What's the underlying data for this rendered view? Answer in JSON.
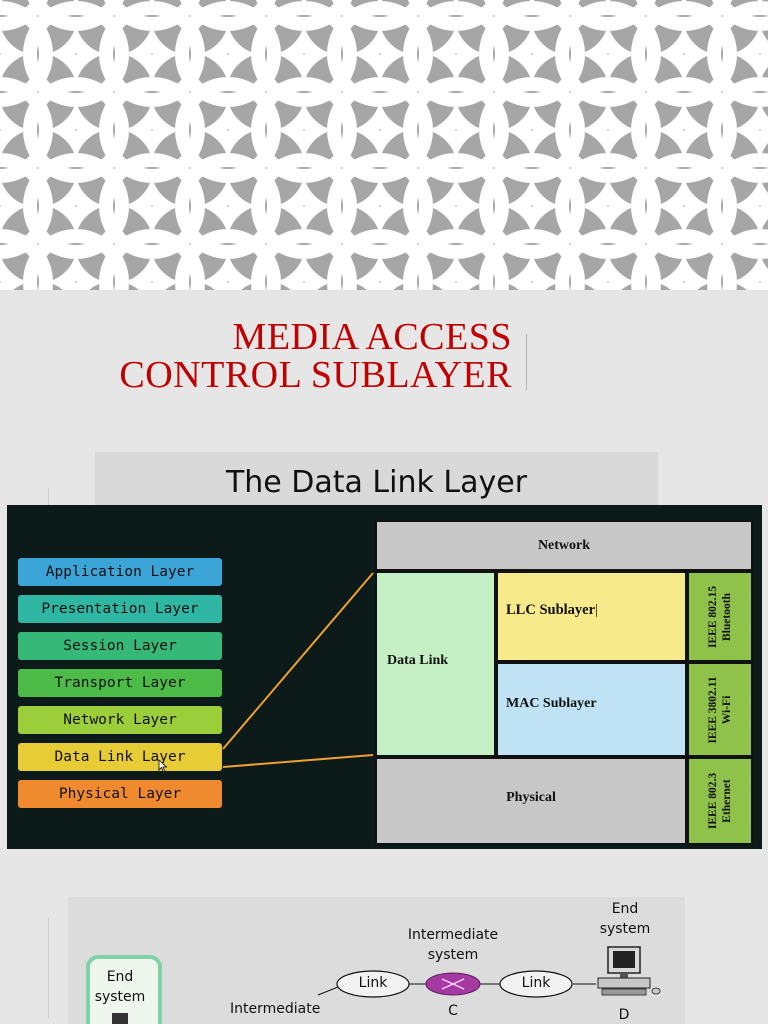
{
  "slide": {
    "title_line1": "MEDIA ACCESS",
    "title_line2": "CONTROL SUBLAYER",
    "title_color": "#c00000"
  },
  "figure1": {
    "header": "The Data Link Layer",
    "osi_layers": [
      {
        "label": "Application Layer",
        "color": "#3aa5d6"
      },
      {
        "label": "Presentation Layer",
        "color": "#2fb7a3"
      },
      {
        "label": "Session Layer",
        "color": "#35b878"
      },
      {
        "label": "Transport Layer",
        "color": "#4cbb47"
      },
      {
        "label": "Network Layer",
        "color": "#9ccd3b"
      },
      {
        "label": "Data Link Layer",
        "color": "#e8cc35"
      },
      {
        "label": "Physical Layer",
        "color": "#ef8a2e"
      }
    ],
    "stack": {
      "network": "Network",
      "data_link": "Data Link",
      "llc": "LLC Sublayer",
      "mac": "MAC Sublayer",
      "physical": "Physical"
    },
    "standards": [
      {
        "line1": "IEEE 802.15",
        "line2": "Bluetooth"
      },
      {
        "line1": "IEEE 3802.11",
        "line2": "Wi-Fi"
      },
      {
        "line1": "IEEE 802.3",
        "line2": "Ethernet"
      }
    ]
  },
  "figure2": {
    "end_system_left": "End\nsystem",
    "intermediate_top": "Intermediate\nsystem",
    "end_system_right": "End\nsystem",
    "intermediate_left": "Intermediate",
    "link1": "Link",
    "link2": "Link",
    "node_c": "C",
    "node_d": "D"
  }
}
